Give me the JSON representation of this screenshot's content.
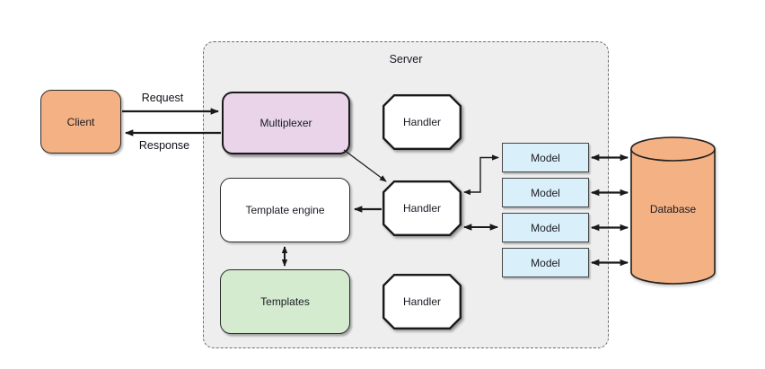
{
  "diagram": {
    "server_label": "Server",
    "client": {
      "label": "Client"
    },
    "multiplexer": {
      "label": "Multiplexer"
    },
    "handlers": [
      {
        "label": "Handler"
      },
      {
        "label": "Handler"
      },
      {
        "label": "Handler"
      }
    ],
    "template_engine": {
      "label": "Template engine"
    },
    "templates": {
      "label": "Templates"
    },
    "models": [
      {
        "label": "Model"
      },
      {
        "label": "Model"
      },
      {
        "label": "Model"
      },
      {
        "label": "Model"
      }
    ],
    "database": {
      "label": "Database"
    },
    "edge_labels": {
      "request": "Request",
      "response": "Response"
    }
  },
  "colors": {
    "client_fill": "#f4b183",
    "database_fill": "#f4b183",
    "multiplexer_fill": "#e9d4e9",
    "templates_fill": "#d4ebcf",
    "model_fill": "#d9f0fa",
    "handler_fill": "#ffffff",
    "template_engine_fill": "#ffffff",
    "server_fill": "#eeeeef",
    "stroke": "#1a1a1a",
    "dashed_border": "#6f6f6f"
  }
}
